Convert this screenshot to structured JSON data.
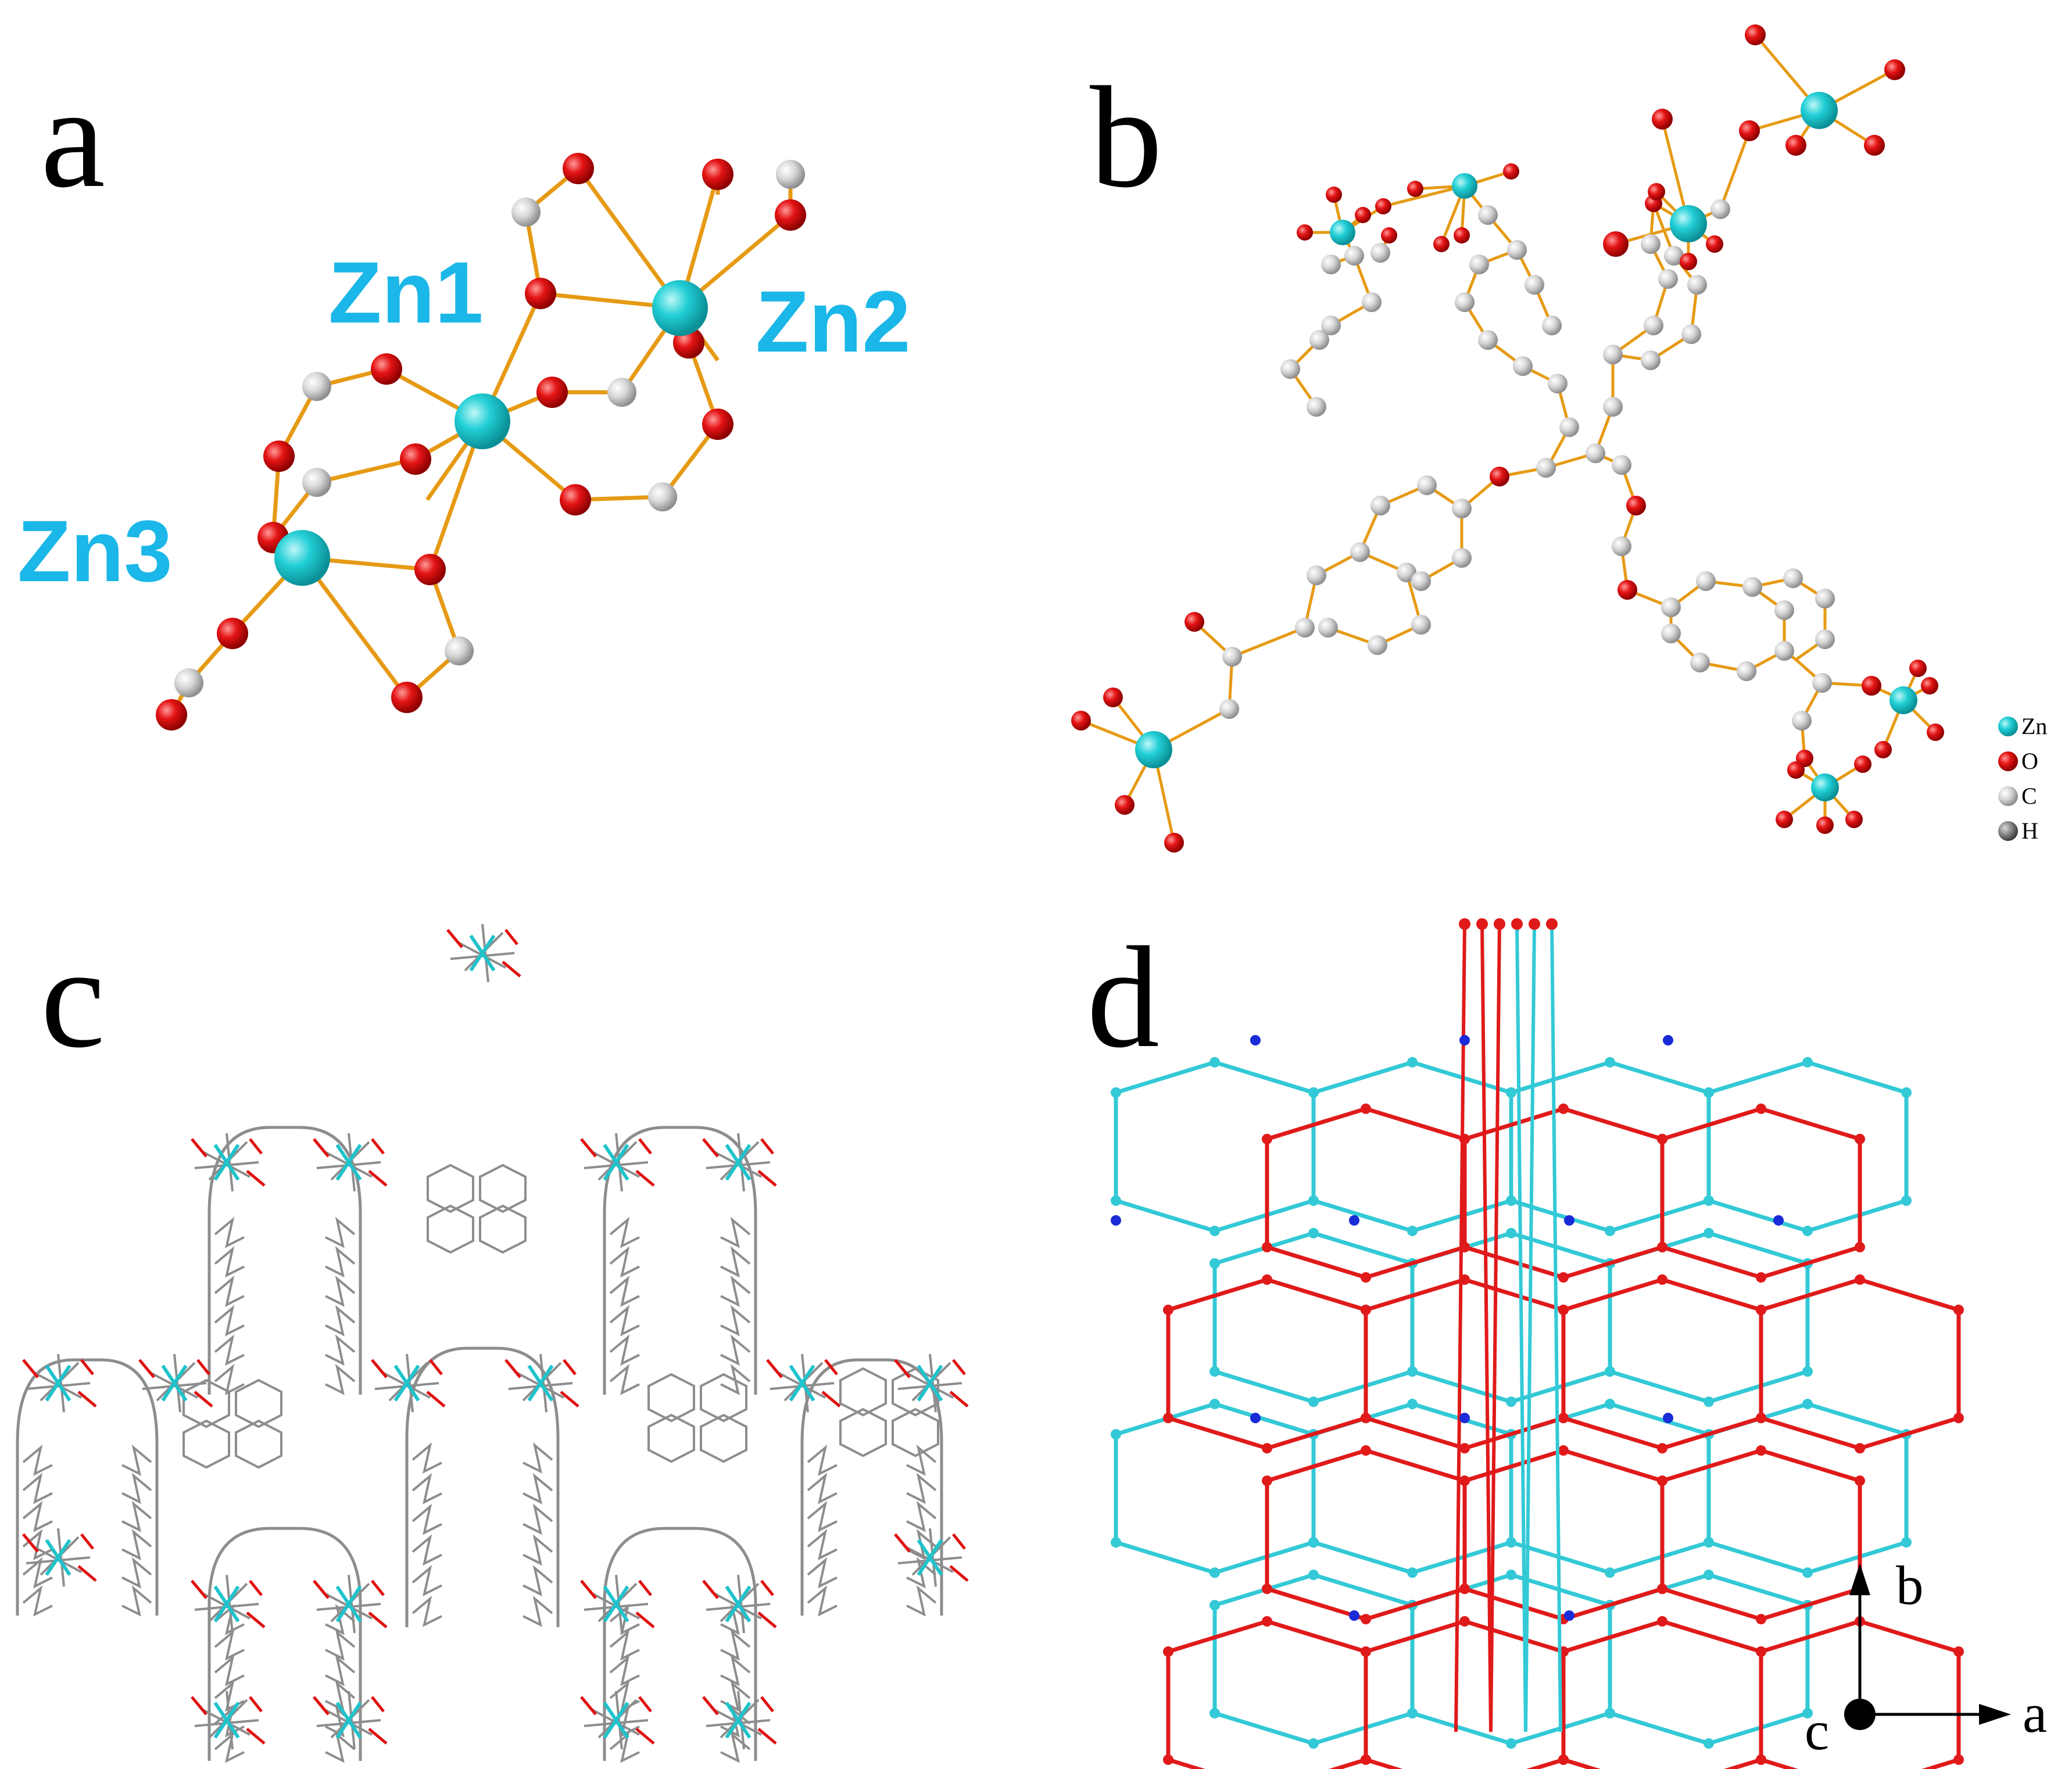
{
  "panels": {
    "a": {
      "label": "a",
      "zn_labels": [
        "Zn1",
        "Zn2",
        "Zn3"
      ]
    },
    "b": {
      "label": "b",
      "legend": [
        "Zn",
        "O",
        "C",
        "H"
      ]
    },
    "c": {
      "label": "c"
    },
    "d": {
      "label": "d",
      "axes": {
        "vertical": "b",
        "horizontal": "a",
        "out_of_plane": "c"
      }
    }
  },
  "colors": {
    "zinc": "#1fc3cc",
    "oxygen": "#e01010",
    "carbon": "#cfcfcf",
    "hydrogen": "#8a8a8a",
    "bond": "#e69a14",
    "framework_gray": "#8d8d8d",
    "net_cyan": "#33c9d6",
    "net_red": "#e01a1a",
    "node_blue": "#1a2bd8"
  }
}
